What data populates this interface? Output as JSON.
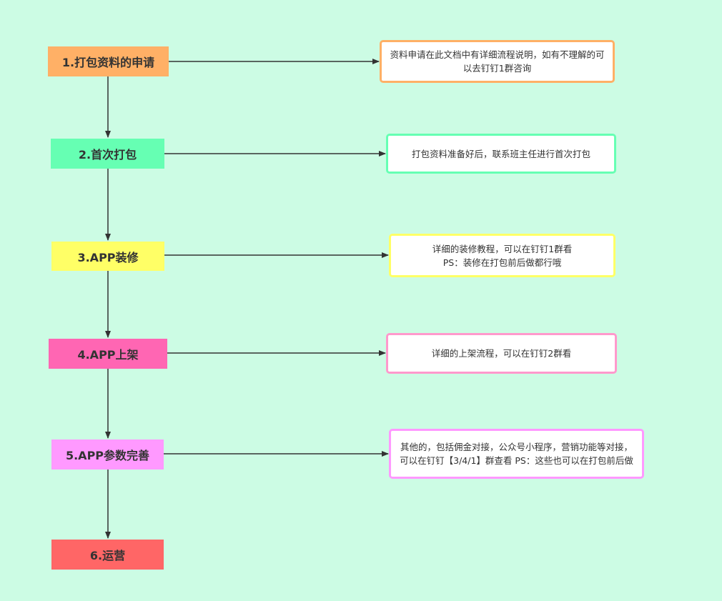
{
  "colors": {
    "background": "#ccfce4",
    "line": "#333333"
  },
  "steps": [
    {
      "label": "1.打包资料的申请",
      "color": "#ffb066"
    },
    {
      "label": "2.首次打包",
      "color": "#66ffb3"
    },
    {
      "label": "3.APP装修",
      "color": "#ffff66"
    },
    {
      "label": "4.APP上架",
      "color": "#ff66b3"
    },
    {
      "label": "5.APP参数完善",
      "color": "#ff99ff"
    },
    {
      "label": "6.运营",
      "color": "#ff6666"
    }
  ],
  "notes": [
    {
      "text": "资料申请在此文档中有详细流程说明，如有不理解的可以去钉钉1群咨询",
      "border": "#ffb066"
    },
    {
      "text": "打包资料准备好后，联系班主任进行首次打包",
      "border": "#66ffb3"
    },
    {
      "text": "详细的装修教程，可以在钉钉1群看\nPS：装修在打包前后做都行哦",
      "border": "#ffff66"
    },
    {
      "text": "详细的上架流程，可以在钉钉2群看",
      "border": "#ff99cc"
    },
    {
      "text": "其他的，包括佣金对接，公众号小程序，营销功能等对接，可以在钉钉【3/4/1】群查看 PS：这些也可以在打包前后做",
      "border": "#ff99ff"
    }
  ]
}
